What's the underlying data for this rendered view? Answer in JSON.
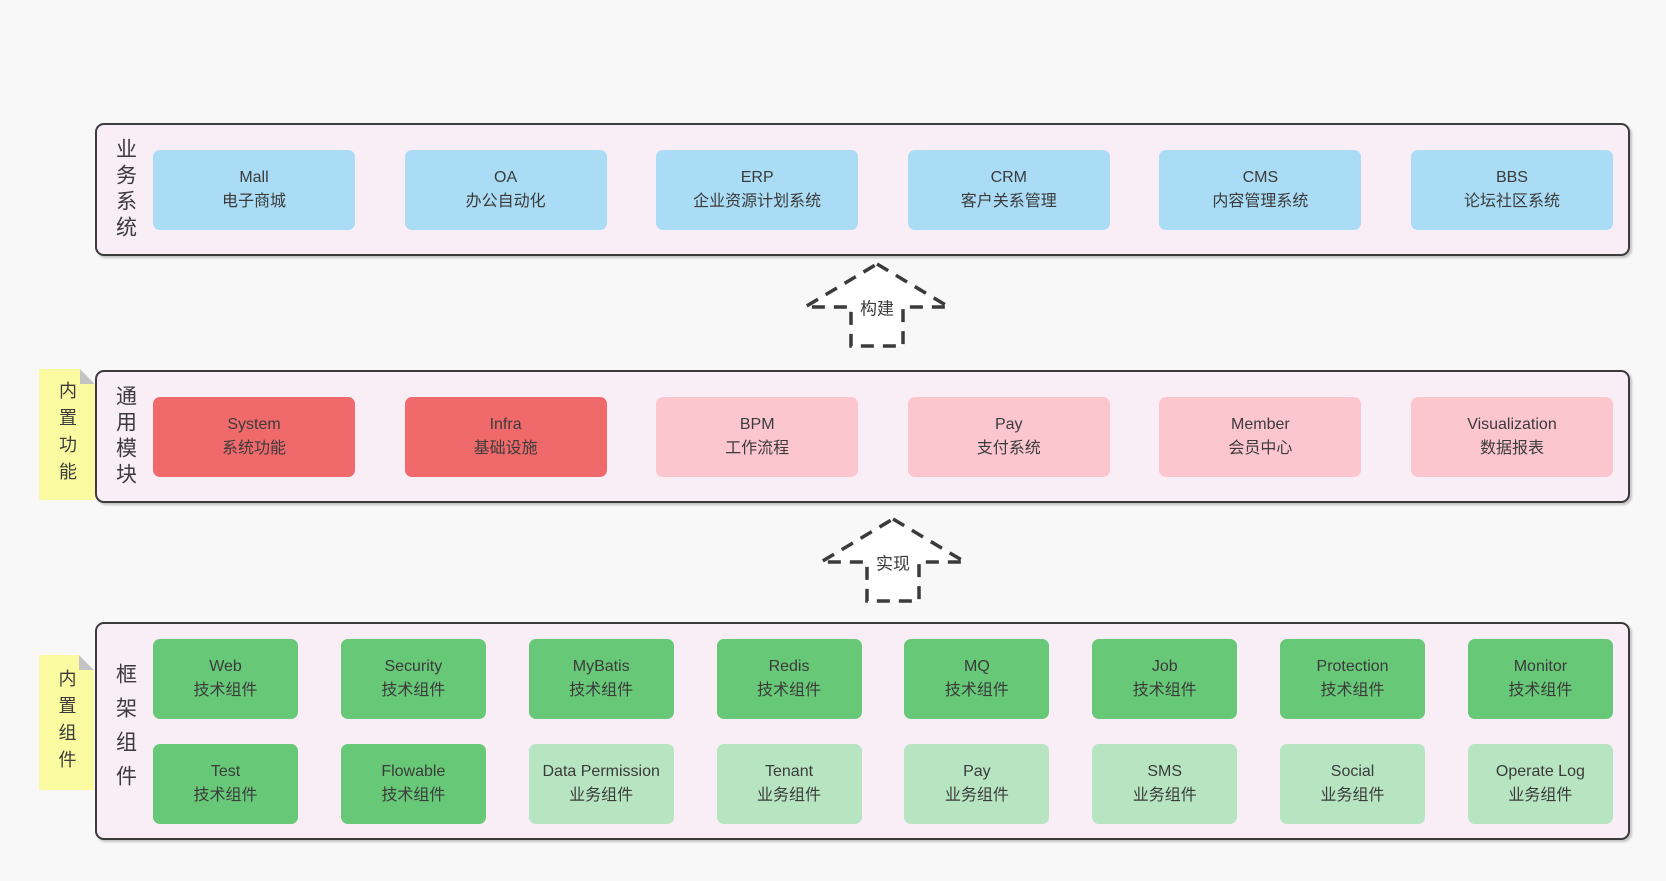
{
  "diagram": {
    "bands": [
      {
        "label": "业务系统",
        "boxes": [
          {
            "title": "Mall",
            "subtitle": "电子商城"
          },
          {
            "title": "OA",
            "subtitle": "办公自动化"
          },
          {
            "title": "ERP",
            "subtitle": "企业资源计划系统"
          },
          {
            "title": "CRM",
            "subtitle": "客户关系管理"
          },
          {
            "title": "CMS",
            "subtitle": "内容管理系统"
          },
          {
            "title": "BBS",
            "subtitle": "论坛社区系统"
          }
        ]
      },
      {
        "label": "通用模块",
        "sticky": "内置功能",
        "boxes": [
          {
            "title": "System",
            "subtitle": "系统功能"
          },
          {
            "title": "Infra",
            "subtitle": "基础设施"
          },
          {
            "title": "BPM",
            "subtitle": "工作流程"
          },
          {
            "title": "Pay",
            "subtitle": "支付系统"
          },
          {
            "title": "Member",
            "subtitle": "会员中心"
          },
          {
            "title": "Visualization",
            "subtitle": "数据报表"
          }
        ]
      },
      {
        "label": "框架组件",
        "sticky": "内置组件",
        "rows": [
          [
            {
              "title": "Web",
              "subtitle": "技术组件"
            },
            {
              "title": "Security",
              "subtitle": "技术组件"
            },
            {
              "title": "MyBatis",
              "subtitle": "技术组件"
            },
            {
              "title": "Redis",
              "subtitle": "技术组件"
            },
            {
              "title": "MQ",
              "subtitle": "技术组件"
            },
            {
              "title": "Job",
              "subtitle": "技术组件"
            },
            {
              "title": "Protection",
              "subtitle": "技术组件"
            },
            {
              "title": "Monitor",
              "subtitle": "技术组件"
            }
          ],
          [
            {
              "title": "Test",
              "subtitle": "技术组件"
            },
            {
              "title": "Flowable",
              "subtitle": "技术组件"
            },
            {
              "title": "Data Permission",
              "subtitle": "业务组件"
            },
            {
              "title": "Tenant",
              "subtitle": "业务组件"
            },
            {
              "title": "Pay",
              "subtitle": "业务组件"
            },
            {
              "title": "SMS",
              "subtitle": "业务组件"
            },
            {
              "title": "Social",
              "subtitle": "业务组件"
            },
            {
              "title": "Operate Log",
              "subtitle": "业务组件"
            }
          ]
        ]
      }
    ],
    "arrows": [
      {
        "label": "构建"
      },
      {
        "label": "实现"
      }
    ]
  },
  "colors": {
    "page_bg": "#f8f8f8",
    "band_bg": "#f9edf6",
    "ink": "#3b3b3b",
    "blue": "#aadcf6",
    "red": "#f16a6b",
    "pink": "#fcc6cf",
    "green": "#67c878",
    "green_light": "#b7e4c1",
    "sticky": "#fafaa0",
    "fold": "#c4c4c4",
    "arrow_fill": "#ffffff"
  }
}
